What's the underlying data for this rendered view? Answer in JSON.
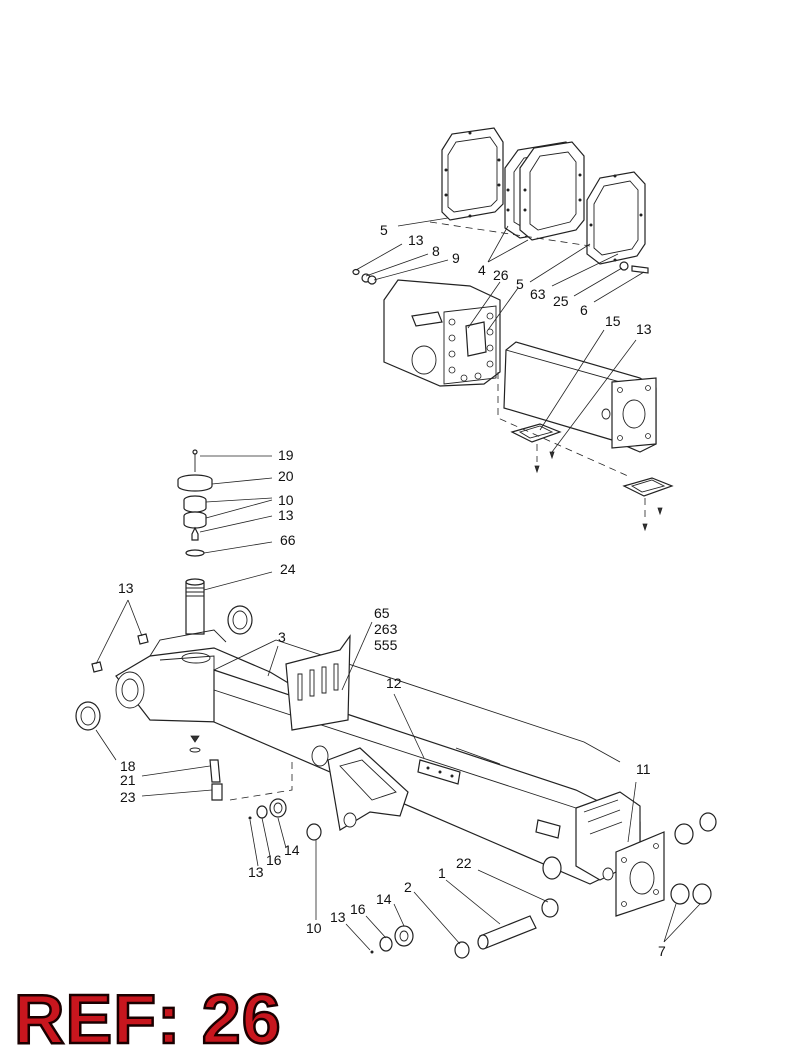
{
  "ref_banner": "REF: 26",
  "colors": {
    "ref_text": "#c8161e",
    "line": "#222222",
    "background": "#ffffff"
  },
  "callouts": [
    {
      "id": "c5a",
      "text": "5"
    },
    {
      "id": "c13a",
      "text": "13"
    },
    {
      "id": "c8",
      "text": "8"
    },
    {
      "id": "c9",
      "text": "9"
    },
    {
      "id": "c4",
      "text": "4"
    },
    {
      "id": "c26",
      "text": "26"
    },
    {
      "id": "c5b",
      "text": "5"
    },
    {
      "id": "c63",
      "text": "63"
    },
    {
      "id": "c25",
      "text": "25"
    },
    {
      "id": "c6",
      "text": "6"
    },
    {
      "id": "c15",
      "text": "15"
    },
    {
      "id": "c13b",
      "text": "13"
    },
    {
      "id": "c19",
      "text": "19"
    },
    {
      "id": "c20",
      "text": "20"
    },
    {
      "id": "c10a",
      "text": "10"
    },
    {
      "id": "c13c",
      "text": "13"
    },
    {
      "id": "c66",
      "text": "66"
    },
    {
      "id": "c24",
      "text": "24"
    },
    {
      "id": "c13d",
      "text": "13"
    },
    {
      "id": "c65",
      "text": "65"
    },
    {
      "id": "c263",
      "text": "263"
    },
    {
      "id": "c555",
      "text": "555"
    },
    {
      "id": "c3",
      "text": "3"
    },
    {
      "id": "c12",
      "text": "12"
    },
    {
      "id": "c18",
      "text": "18"
    },
    {
      "id": "c21",
      "text": "21"
    },
    {
      "id": "c23",
      "text": "23"
    },
    {
      "id": "c11",
      "text": "11"
    },
    {
      "id": "c14a",
      "text": "14"
    },
    {
      "id": "c16a",
      "text": "16"
    },
    {
      "id": "c13e",
      "text": "13"
    },
    {
      "id": "c22",
      "text": "22"
    },
    {
      "id": "c1",
      "text": "1"
    },
    {
      "id": "c2",
      "text": "2"
    },
    {
      "id": "c14b",
      "text": "14"
    },
    {
      "id": "c16b",
      "text": "16"
    },
    {
      "id": "c13f",
      "text": "13"
    },
    {
      "id": "c10b",
      "text": "10"
    },
    {
      "id": "c7",
      "text": "7"
    }
  ]
}
